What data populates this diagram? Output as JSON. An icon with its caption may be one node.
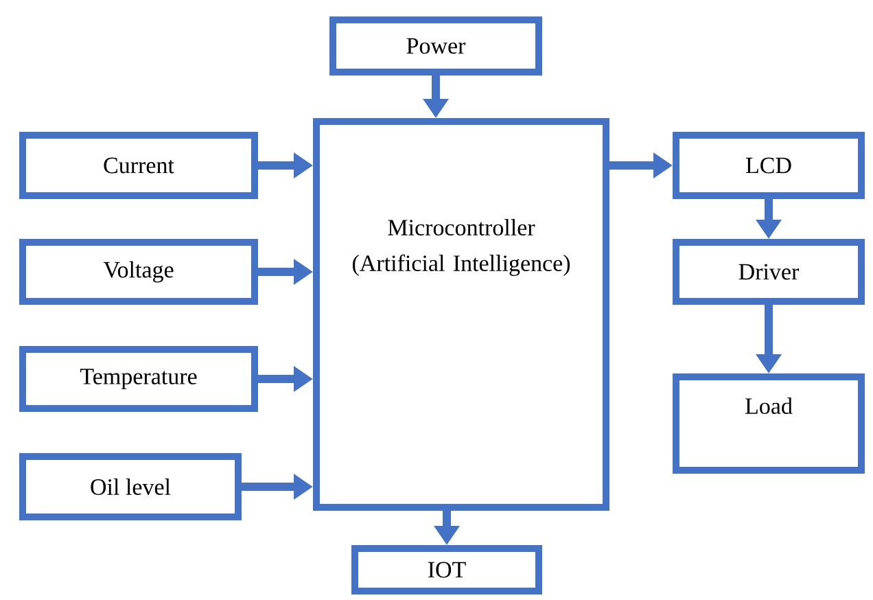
{
  "diagram": {
    "nodes": [
      {
        "text": [
          "Power"
        ]
      },
      {
        "text": [
          "Current"
        ]
      },
      {
        "text": [
          "Voltage"
        ]
      },
      {
        "text": [
          "Temperature"
        ]
      },
      {
        "text": [
          "Oil level"
        ]
      },
      {
        "text": [
          "Microcontroller (Artificial Intelligence)"
        ]
      },
      {
        "text": [
          "LCD"
        ]
      },
      {
        "text": [
          "Driver"
        ]
      },
      {
        "text": [
          "Load"
        ]
      },
      {
        "text": [
          "IOT"
        ]
      }
    ],
    "edges": [
      {
        "from": 0,
        "to": 5,
        "arrow": "to"
      },
      {
        "from": 1,
        "to": 5,
        "arrow": "to"
      },
      {
        "from": 2,
        "to": 5,
        "arrow": "to"
      },
      {
        "from": 3,
        "to": 5,
        "arrow": "to"
      },
      {
        "from": 4,
        "to": 5,
        "arrow": "to"
      },
      {
        "from": 5,
        "to": 6,
        "arrow": "to"
      },
      {
        "from": 6,
        "to": 7,
        "arrow": "to"
      },
      {
        "from": 7,
        "to": 8,
        "arrow": "to"
      },
      {
        "from": 5,
        "to": 9,
        "arrow": "to"
      }
    ]
  }
}
